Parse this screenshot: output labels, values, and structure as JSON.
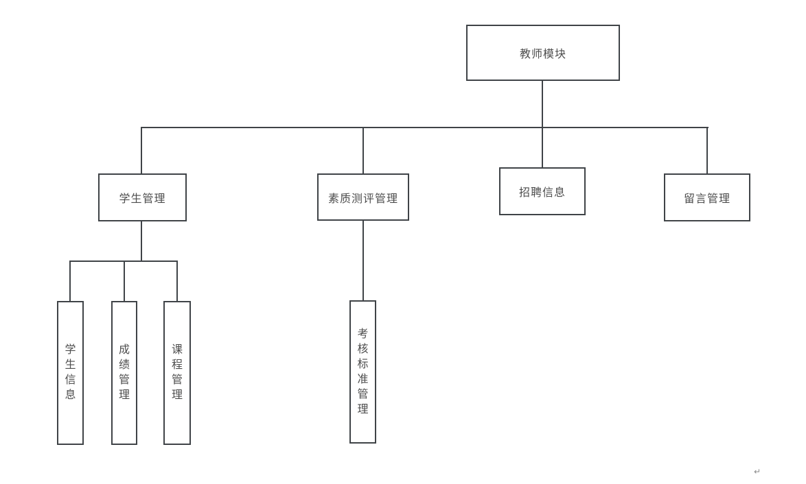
{
  "nodes": {
    "teacher_module": "教师模块",
    "student_mgmt": "学生管理",
    "quality_eval_mgmt": "素质测评管理",
    "recruit_info": "招聘信息",
    "message_mgmt": "留言管理",
    "student_info": "学生信息",
    "grade_mgmt": "成绩管理",
    "course_mgmt": "课程管理",
    "assessment_standard_mgmt": "考核标准管理"
  },
  "hierarchy": {
    "root": "teacher_module",
    "edges": [
      [
        "teacher_module",
        "student_mgmt"
      ],
      [
        "teacher_module",
        "quality_eval_mgmt"
      ],
      [
        "teacher_module",
        "recruit_info"
      ],
      [
        "teacher_module",
        "message_mgmt"
      ],
      [
        "student_mgmt",
        "student_info"
      ],
      [
        "student_mgmt",
        "grade_mgmt"
      ],
      [
        "student_mgmt",
        "course_mgmt"
      ],
      [
        "quality_eval_mgmt",
        "assessment_standard_mgmt"
      ]
    ]
  },
  "marks": {
    "return_mark": "↵"
  },
  "colors": {
    "line": "#3f4347",
    "text": "#4d4d4d",
    "background": "#ffffff",
    "return_mark": "#8a8a8a"
  }
}
